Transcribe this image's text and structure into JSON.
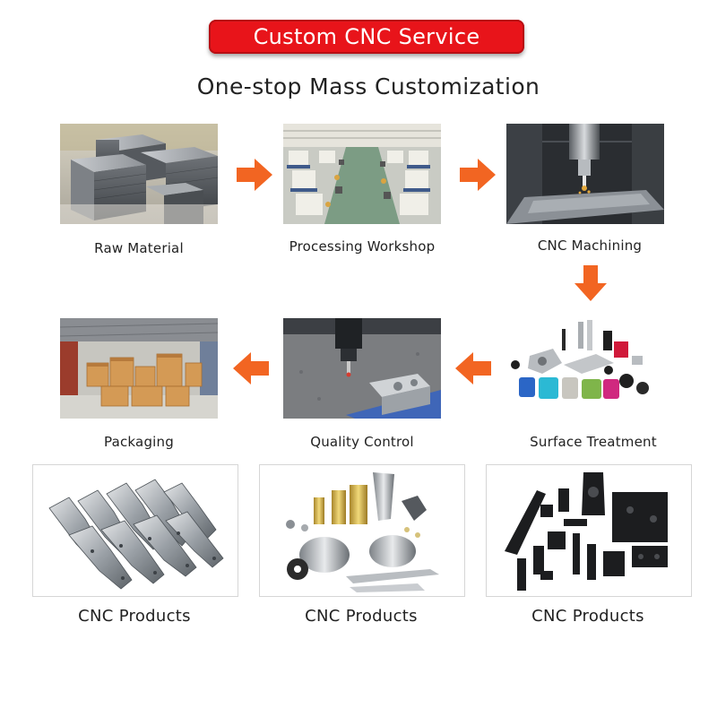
{
  "header": {
    "banner_title": "Custom CNC Service",
    "subtitle": "One-stop Mass Customization"
  },
  "colors": {
    "banner_red": "#e8141a",
    "arrow_orange": "#f26522"
  },
  "process_steps": [
    {
      "label": "Raw Material",
      "image": "metal-blocks-photo"
    },
    {
      "label": "Processing Workshop",
      "image": "factory-floor-photo"
    },
    {
      "label": "CNC Machining",
      "image": "cnc-spindle-photo"
    },
    {
      "label": "Surface Treatment",
      "image": "anodized-parts-photo"
    },
    {
      "label": "Quality Control",
      "image": "cmm-probe-photo"
    },
    {
      "label": "Packaging",
      "image": "warehouse-crates-photo"
    }
  ],
  "arrows": [
    "arrow-right-icon",
    "arrow-right-icon",
    "arrow-down-icon",
    "arrow-left-icon",
    "arrow-left-icon"
  ],
  "products": [
    {
      "label": "CNC Products",
      "image": "aluminum-brackets-photo"
    },
    {
      "label": "CNC Products",
      "image": "brass-steel-parts-photo"
    },
    {
      "label": "CNC Products",
      "image": "black-anodized-parts-photo"
    }
  ]
}
